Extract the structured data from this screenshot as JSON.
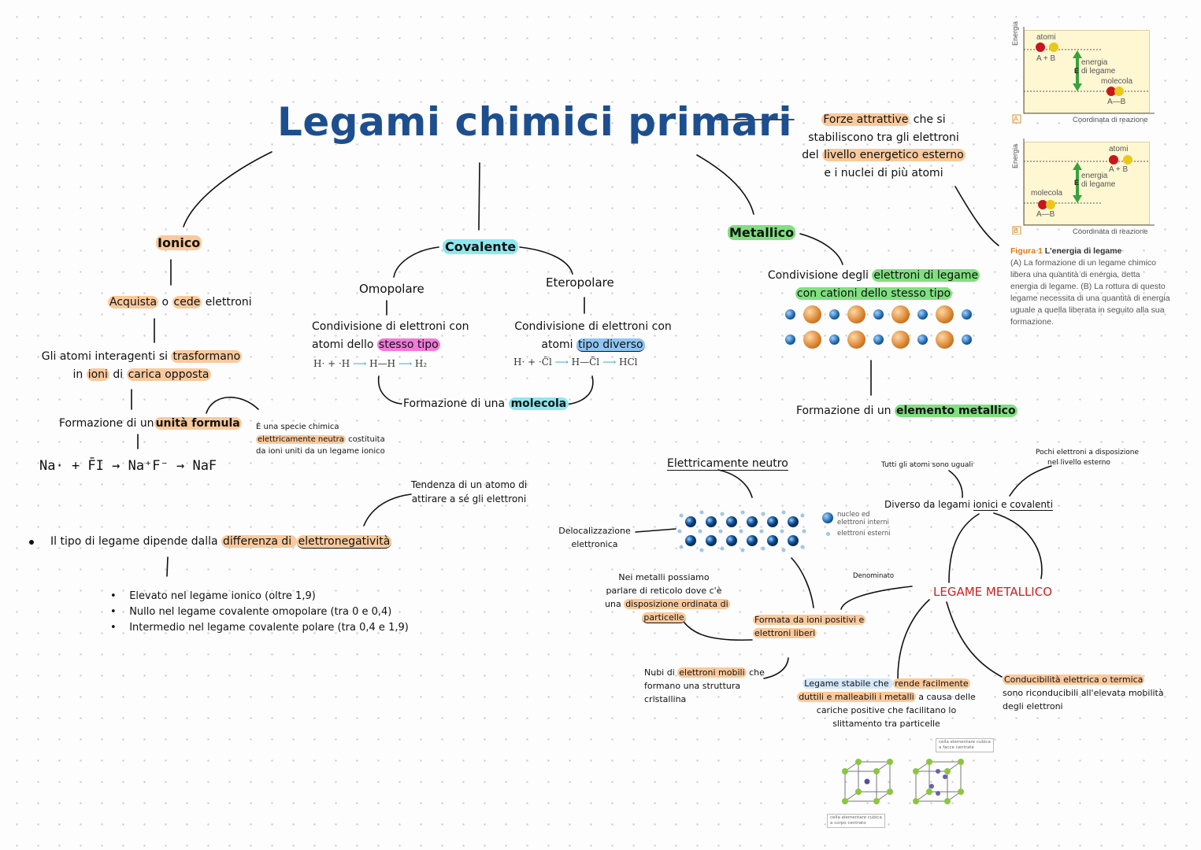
{
  "title": "Legami chimici primari",
  "definition": {
    "l1a": "Forze attrattive",
    "l1b": " che si",
    "l2": "stabiliscono tra gli elettroni",
    "l3a": "del ",
    "l3b": "livello energetico esterno",
    "l4": "e i nuclei di più atomi"
  },
  "ionico": {
    "label": "Ionico",
    "s1a": "Acquista",
    "s1b": " o ",
    "s1c": "cede",
    "s1d": " elettroni",
    "s2a": "Gli atomi interagenti si ",
    "s2b": "trasformano",
    "s3a": "in ",
    "s3b": "ioni",
    "s3c": " di ",
    "s3d": "carica opposta",
    "s4a": "Formazione di un",
    "s4b": "unità formula",
    "note1": "È una specie chimica",
    "note2a": "elettricamente neutra",
    "note2b": " costituita",
    "note3": "da ioni uniti da un legame ionico",
    "reaction": "Na· + F̄I → Na⁺F⁻ → NaF"
  },
  "covalente": {
    "label": "Covalente",
    "omo": "Omopolare",
    "etero": "Eteropolare",
    "omo1": "Condivisione di elettroni con",
    "omo2a": "atomi dello ",
    "omo2b": "stesso tipo",
    "omo_eq1": "H· + ·H",
    "omo_eq2": "H—H",
    "omo_eq3": "H₂",
    "etero1": "Condivisione di elettroni con",
    "etero2a": "atomi ",
    "etero2b": "tipo diverso",
    "etero_eq1": "H· + ·C̄l",
    "etero_eq2": "H—C̄l",
    "etero_eq3": "HCl",
    "molA": "Formazione di una ",
    "molB": "molecola"
  },
  "metallico": {
    "label": "Metallico",
    "c1a": "Condivisione degli ",
    "c1b": "elettroni di legame",
    "c2": "con cationi dello stesso tipo",
    "f1a": "Formazione di un ",
    "f1b": "elemento metallico"
  },
  "elettroneg": {
    "note1": "Tendenza di un atomo di",
    "note2": "attirare a sé gli elettroni",
    "main_a": "Il tipo di legame dipende dalla ",
    "main_b": "differenza di ",
    "main_c": "elettronegatività",
    "bullets": [
      "Elevato nel legame ionico (oltre 1,9)",
      "Nullo nel legame covalente omopolare (tra 0 e 0,4)",
      "Intermedio nel legame covalente polare (tra 0,4 e 1,9)"
    ]
  },
  "mappa": {
    "neutro": "Elettricamente neutro",
    "deloc1": "Delocalizzazione",
    "deloc2": "elettronica",
    "leg1": "nucleo ed",
    "leg2": "elettroni interni",
    "leg3": "elettroni esterni",
    "uguali": "Tutti gli atomi sono uguali",
    "pochi1": "Pochi elettroni a disposizione",
    "pochi2": "nel livello esterno",
    "diverso_a": "Diverso da legami ",
    "diverso_b": "ionici",
    "diverso_c": " e ",
    "diverso_d": "covalenti",
    "denominato": "Denominato",
    "legame": "LEGAME METALLICO",
    "ret1": "Nei metalli possiamo",
    "ret2": "parlare di reticolo dove c'è",
    "ret3a": "una ",
    "ret3b": "disposizione ordinata di",
    "ret4": "particelle",
    "form1": "Formata da ioni positivi e",
    "form2": "elettroni liberi",
    "nubi1a": "Nubi di ",
    "nubi1b": "elettroni mobili",
    "nubi1c": " che",
    "nubi2": "formano una struttura",
    "nubi3": "cristallina",
    "stab1a": "Legame stabile che ",
    "stab1b": "rende facilmente",
    "stab2a": "duttili e malleabili i metalli",
    "stab2b": " a causa delle",
    "stab3": "cariche positive che facilitano lo",
    "stab4": "slittamento tra particelle",
    "cond1": "Conducibilità elettrica o termica",
    "cond2": "sono riconducibili all'elevata mobilità",
    "cond3": "degli elettroni",
    "cella1a": "cella elementare cubica",
    "cella1b": "a facce centrate",
    "cella2a": "cella elementare cubica",
    "cella2b": "a corpo centrato"
  },
  "figura": {
    "energia": "Energia",
    "atomi": "atomi",
    "ab": "A + B",
    "energia_legame1": "energia",
    "energia_legame2": "di legame",
    "molecola": "molecola",
    "amb": "A—B",
    "coord": "Coordinata di reazione",
    "e": "E",
    "a": "A",
    "bb": "B",
    "cap_title": "Figura 1",
    "cap_bold": " L'energia di legame",
    "cap_lines": [
      "(A) La formazione di un legame chimico",
      "libera una quantità di energia, detta",
      "energia di legame. (B) La rottura di questo",
      "legame necessita di una quantità di energia",
      "uguale a quella liberata in seguito alla sua",
      "formazione."
    ]
  },
  "colors": {
    "title": "#1d4f8f",
    "orange": "#f9c99c",
    "green": "#7fe07f",
    "cyan": "#8ee8ef",
    "pink": "#f27ad9",
    "blue": "#8fc5f2",
    "red": "#d21e1e"
  }
}
